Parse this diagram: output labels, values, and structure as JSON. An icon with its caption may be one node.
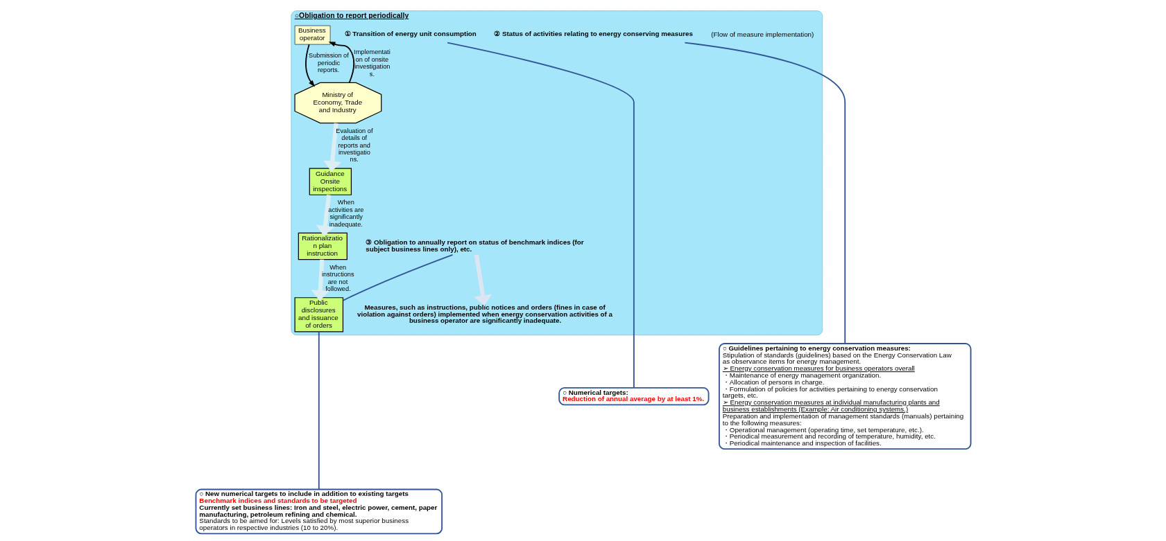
{
  "diagram": {
    "nodes": [
      {
        "text": [
          "○Obligation to report periodically"
        ]
      },
      {
        "text": [
          "① Transition of energy unit consumption"
        ],
        "in": 0
      },
      {
        "text": [
          "② Status of activities relating to energy conserving measures"
        ],
        "in": 0
      },
      {
        "text": [
          "③ Obligation to annually report on status of benchmark indices (for subject business lines only), etc."
        ],
        "in": 0
      },
      {
        "text": [
          "Measures, such as instructions, public notices and orders (fines in case of violation against orders) implemented when energy conservation activities of a business operator are significantly inadequate."
        ],
        "in": 0
      },
      {
        "text": [
          "Business operator"
        ],
        "in": 0
      },
      {
        "text": [
          "Ministry of Economy, Trade and Industry"
        ],
        "in": 0
      },
      {
        "text": [
          "Guidance",
          "Onsite inspections"
        ],
        "in": 0
      },
      {
        "text": [
          "Rationalization plan instruction"
        ],
        "in": 0
      },
      {
        "text": [
          "Public disclosures and issuance of orders"
        ],
        "in": 0
      },
      {
        "text": [
          "○ Numerical targets:",
          "Reduction of annual average by at least 1%."
        ]
      },
      {
        "text": [
          "○ Guidelines pertaining to energy conservation measures:",
          "Stipulation of standards (guidelines) based on the Energy Conservation Law as observance items for energy management.",
          "➢ Energy conservation measures for business operators overall",
          "・Maintenance of energy management organization.",
          "・Allocation of persons in charge.",
          "・Formulation of policies for activities pertaining to energy conservation targets, etc.",
          "➢ Energy conservation measures at individual manufacturing plants and business establishments (Example: Air conditioning systems.)",
          "Preparation and implementation of management standards (manuals) pertaining to the following measures:",
          "・Operational management (operating time, set temperature, etc.).",
          "・Periodical measurement and recording of temperature, humidity, etc.",
          "・Periodical maintenance and inspection of facilities."
        ]
      },
      {
        "text": [
          "○ New numerical targets to include in addition to existing targets",
          "Benchmark indices and standards to be targeted",
          "Currently set business lines: Iron and steel, electric power, cement, paper manufacturing, petroleum refining and chemical.",
          "Standards to be aimed for: Levels satisfied by most superior business operators in respective industries (10 to 20%)."
        ]
      }
    ],
    "edges": [
      {
        "from": 1,
        "to": 10,
        "arrow": "none"
      },
      {
        "from": 2,
        "to": 11,
        "arrow": "none"
      },
      {
        "from": 3,
        "to": 9,
        "arrow": "none"
      },
      {
        "from": 9,
        "to": 12,
        "arrow": "none"
      },
      {
        "from": 3,
        "to": 4,
        "arrow": "to",
        "style": "thick",
        "color": "#dce6f2"
      },
      {
        "from": 5,
        "to": 6,
        "arrow": "to",
        "label": "Submission of periodic reports.",
        "color": "#000000"
      },
      {
        "from": 6,
        "to": 5,
        "arrow": "to",
        "label": "Implementati on of onsite investigation s.",
        "color": "#000000"
      },
      {
        "from": 6,
        "to": 7,
        "arrow": "to",
        "label": "Evaluation of details of reports and investigatio ns.",
        "style": "thick",
        "color": "#daeef3"
      },
      {
        "from": 7,
        "to": 8,
        "arrow": "to",
        "label": "When activities are significantly inadequate.",
        "style": "thick",
        "color": "#daeef3"
      },
      {
        "from": 8,
        "to": 9,
        "arrow": "to",
        "label": "When instructions are not followed.",
        "style": "thick",
        "color": "#daeef3"
      }
    ],
    "labels": [
      "(Flow of measure implementation)"
    ]
  }
}
